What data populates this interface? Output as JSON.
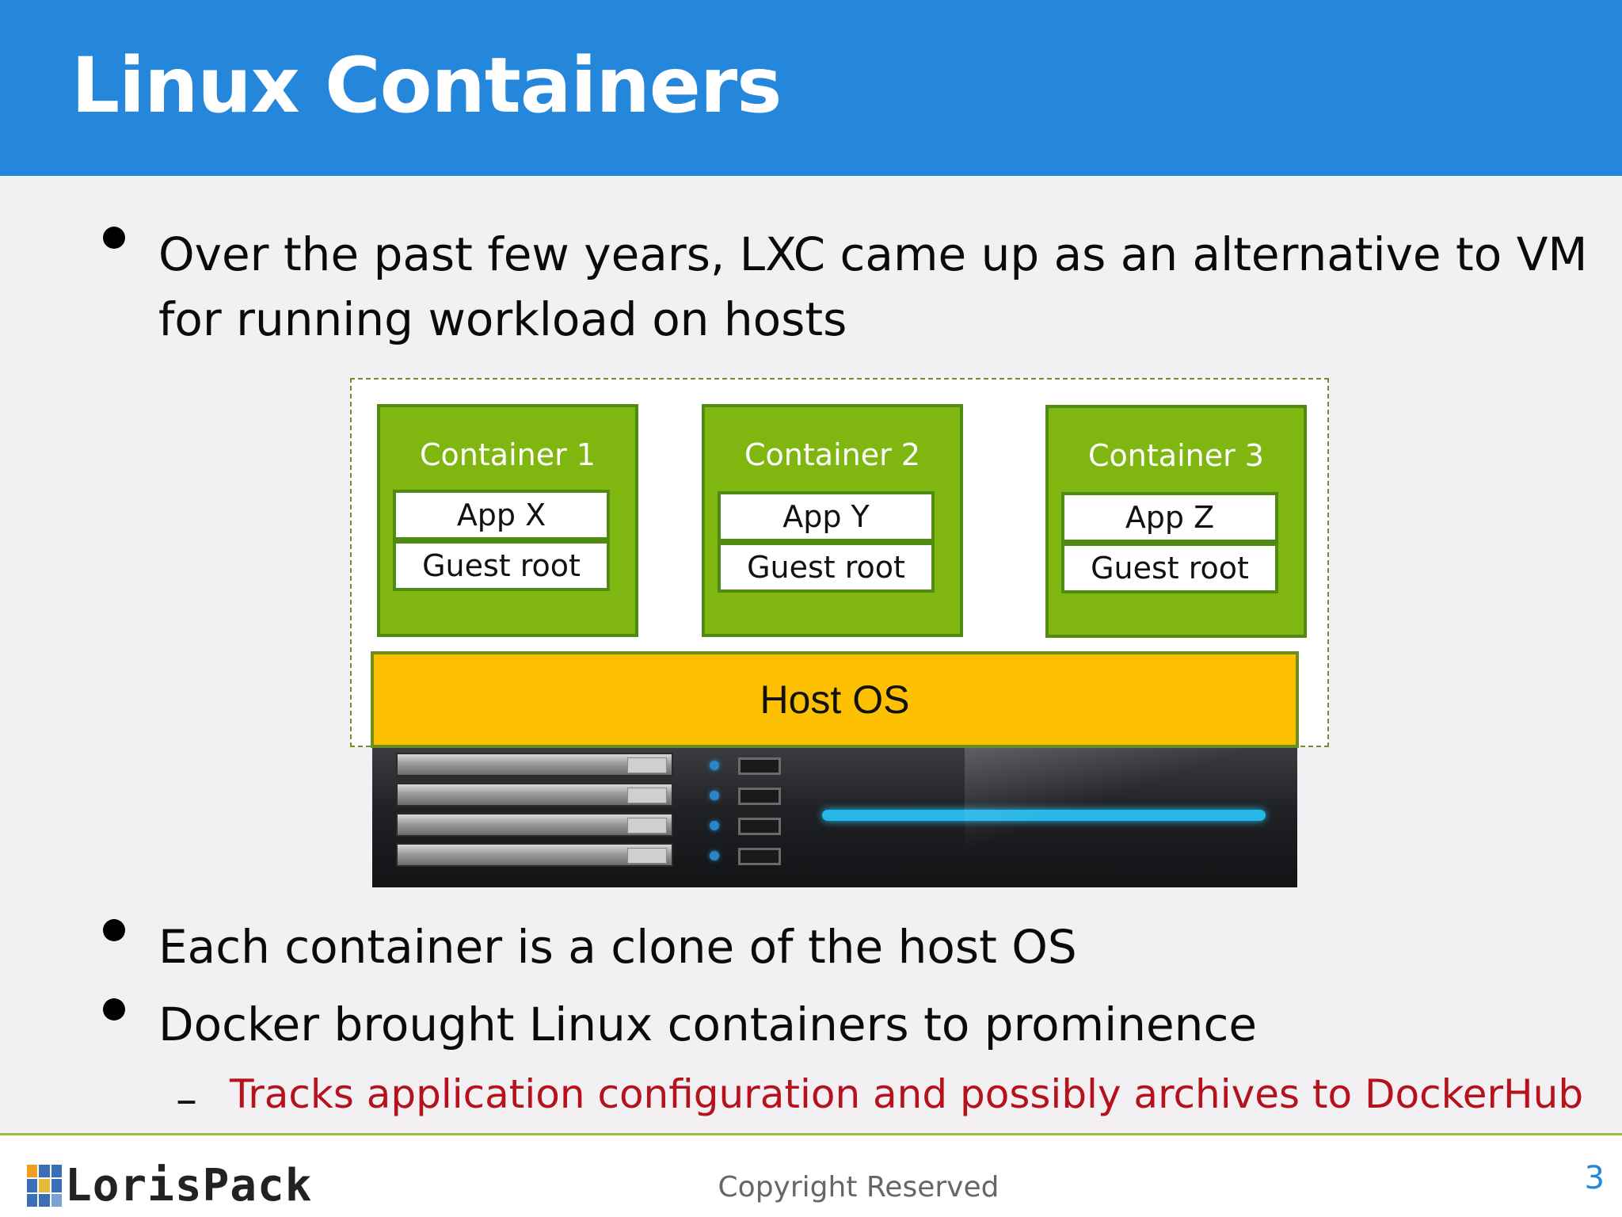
{
  "slide": {
    "title": "Linux Containers",
    "bullets": [
      "Over the past few years, LXC came up as an alternative to VM",
      "for running workload on hosts",
      "Each container is a clone of the host OS",
      "Docker brought Linux containers to prominence"
    ],
    "sub_bullet": {
      "dash": "–",
      "text": "Tracks application configuration and possibly archives to DockerHub"
    }
  },
  "diagram": {
    "containers": [
      {
        "title": "Container 1",
        "app": "App X",
        "root": "Guest root"
      },
      {
        "title": "Container 2",
        "app": "App Y",
        "root": "Guest root"
      },
      {
        "title": "Container 3",
        "app": "App Z",
        "root": "Guest root"
      }
    ],
    "host_os": "Host OS",
    "colors": {
      "container_fill": "#80b610",
      "container_border": "#4f8a12",
      "host_fill": "#fdc000"
    }
  },
  "footer": {
    "logo_text": "LorisPack",
    "copyright": "Copyright Reserved",
    "page_number": "3"
  },
  "colors": {
    "header": "#2487dc",
    "sub_bullet_text": "#b5121b"
  }
}
